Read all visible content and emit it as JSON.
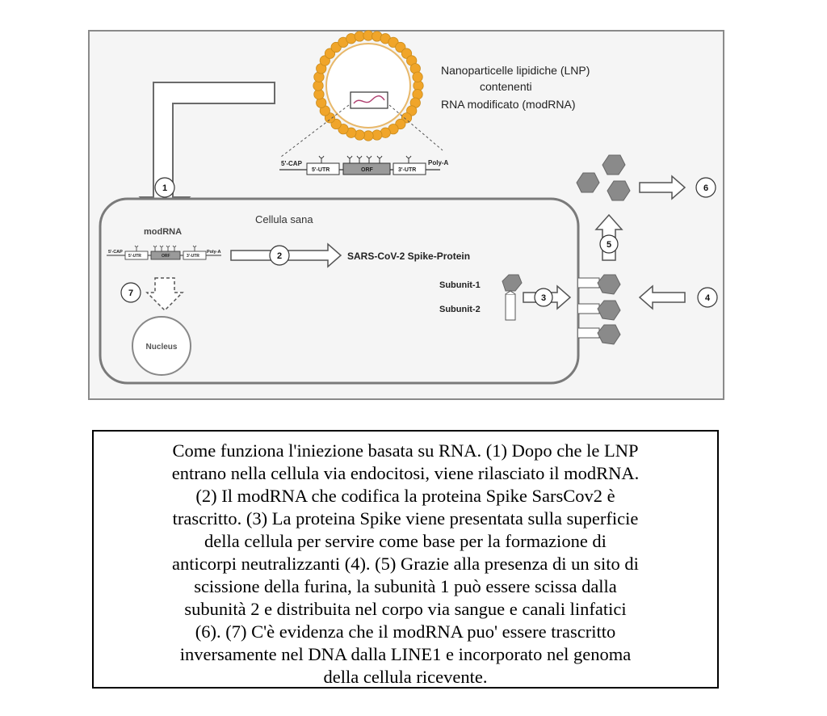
{
  "colors": {
    "lnp_head": "#F0A52A",
    "lnp_head_stroke": "#C98A1A",
    "protein_fill": "#8A8A8A",
    "cell_stroke": "#7A7A7A",
    "panel_bg": "#F5F5F5"
  },
  "diagram": {
    "lnp_label": [
      "Nanoparticelle lipidiche (LNP)",
      "contenenti",
      "RNA modificato (modRNA)"
    ],
    "cell_label": "Cellula sana",
    "modrna_label": "modRNA",
    "spike_protein_label": "SARS-CoV-2 Spike-Protein",
    "subunit1_label": "Subunit-1",
    "subunit2_label": "Subunit-2",
    "nucleus_label": "Nucleus",
    "construct": {
      "cap": "5'-CAP",
      "utr5": "5'-UTR",
      "orf": "ORF",
      "utr3": "3'-UTR",
      "polya": "Poly-A"
    },
    "steps": [
      "1",
      "2",
      "3",
      "4",
      "5",
      "6",
      "7"
    ]
  },
  "caption": {
    "lines": [
      "Come funziona l'iniezione basata su RNA. (1) Dopo che le LNP",
      "entrano nella cellula via endocitosi, viene rilasciato il modRNA.",
      "(2) Il modRNA che codifica la proteina Spike SarsCov2 è",
      "trascritto. (3) La proteina Spike viene presentata sulla superficie",
      "della cellula per servire come base per la formazione di",
      "anticorpi neutralizzanti (4). (5) Grazie alla presenza di un sito di",
      "scissione della furina, la subunità 1 può essere scissa dalla",
      "subunità 2 e distribuita nel corpo via sangue e canali linfatici",
      "(6). (7) C'è  evidenza che il modRNA puo' essere trascritto",
      "inversamente nel DNA dalla LINE1 e incorporato nel genoma",
      "della cellula ricevente."
    ]
  }
}
